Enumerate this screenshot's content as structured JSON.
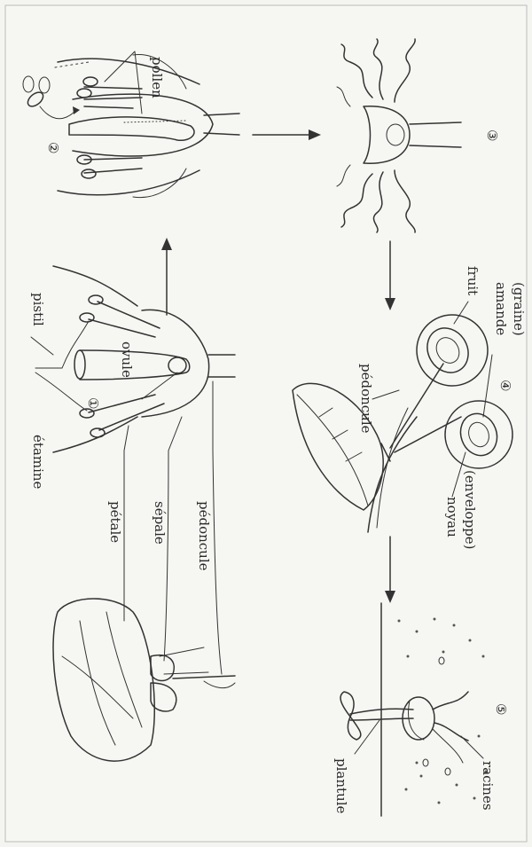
{
  "labels": {
    "pollen": "pollen",
    "pistil": "pistil",
    "etamine": "étamine",
    "ovule": "ovule",
    "petale": "pétale",
    "sepale": "sépale",
    "pedoncule_flower": "pédoncule",
    "pedoncule_fruit": "pédoncule",
    "fruit": "fruit",
    "amande": "amande",
    "graine": "(graine)",
    "noyau": "noyau",
    "enveloppe": "(enveloppe)",
    "plantule": "plantule",
    "racines": "racines"
  },
  "stages": {
    "s1": "①",
    "s2": "②",
    "s3": "③",
    "s4": "④",
    "s5": "⑤"
  },
  "colors": {
    "ink": "#333333",
    "paper": "#f4f4f1"
  }
}
